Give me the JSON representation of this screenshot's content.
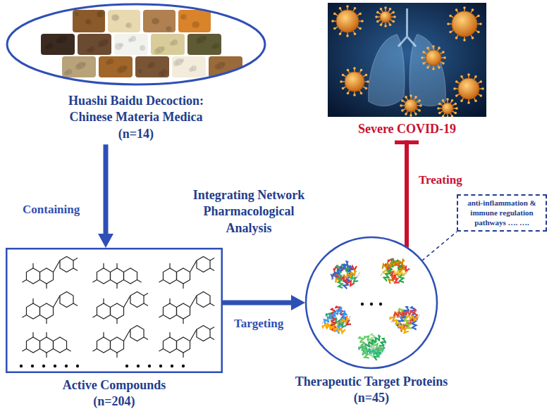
{
  "diagram": {
    "nodes": [
      {
        "text": [
          "Huashi Baidu Decoction: Chinese Materia Medica (n=14)"
        ]
      },
      {
        "text": [
          "Severe COVID-19"
        ]
      },
      {
        "text": [
          "Active Compounds (n=204)"
        ]
      },
      {
        "text": [
          "Therapeutic Target Proteins (n=45)"
        ]
      },
      {
        "text": [
          "anti-inflammation & immune regulation pathways …. …."
        ]
      }
    ],
    "edges": [
      {
        "from": 0,
        "to": 2,
        "label": "Containing",
        "arrow": "to"
      },
      {
        "from": 2,
        "to": 3,
        "label": "Targeting",
        "arrow": "to"
      },
      {
        "from": 3,
        "to": 1,
        "label": "Treating",
        "arrow": "to"
      },
      {
        "from": 3,
        "to": 4,
        "arrow": "none"
      }
    ],
    "labels": [
      "Integrating Network Pharmacological Analysis"
    ]
  }
}
